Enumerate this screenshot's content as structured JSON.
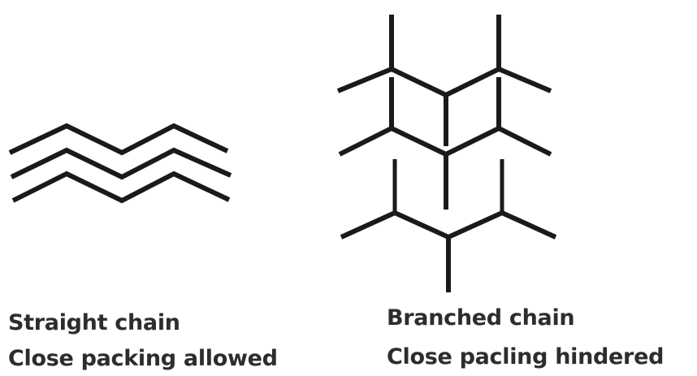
{
  "straight_chain": {
    "title": "Straight chain",
    "note": "Close packing allowed"
  },
  "branched_chain": {
    "title": "Branched chain",
    "note": "Close pacling hindered"
  },
  "colors": {
    "line": "#1a1a1a",
    "text": "#2d2d2d",
    "background": "#ffffff"
  }
}
